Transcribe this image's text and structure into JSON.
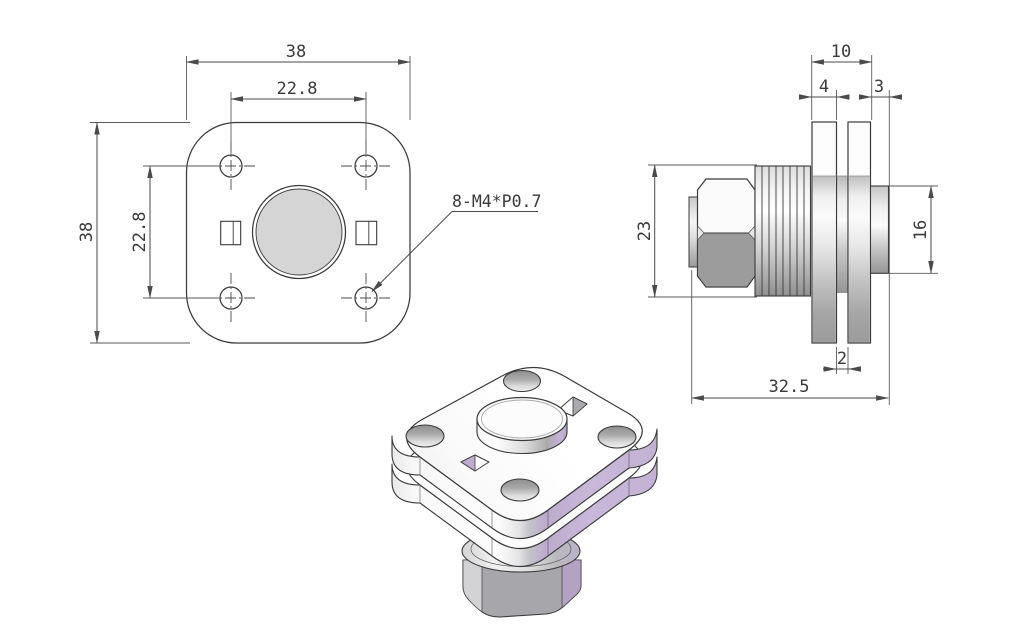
{
  "drawing": {
    "front_view": {
      "width_dim": "38",
      "hole_spacing_h_dim": "22.8",
      "height_dim": "38",
      "hole_spacing_v_dim": "22.8",
      "thread_callout": "8-M4*P0.7"
    },
    "side_view": {
      "flange_pair_width_dim": "10",
      "front_plate_thickness_dim": "4",
      "boss_length_dim": "3",
      "body_height_dim": "23",
      "boss_diameter_dim": "16",
      "plate_gap_dim": "2",
      "overall_length_dim": "32.5"
    },
    "colors": {
      "plate_gray": "#d4d4d4",
      "lavender_face": "#c6b4d6",
      "nut_gray": "#a7a7ab",
      "line_color": "#4a4a4a"
    }
  }
}
